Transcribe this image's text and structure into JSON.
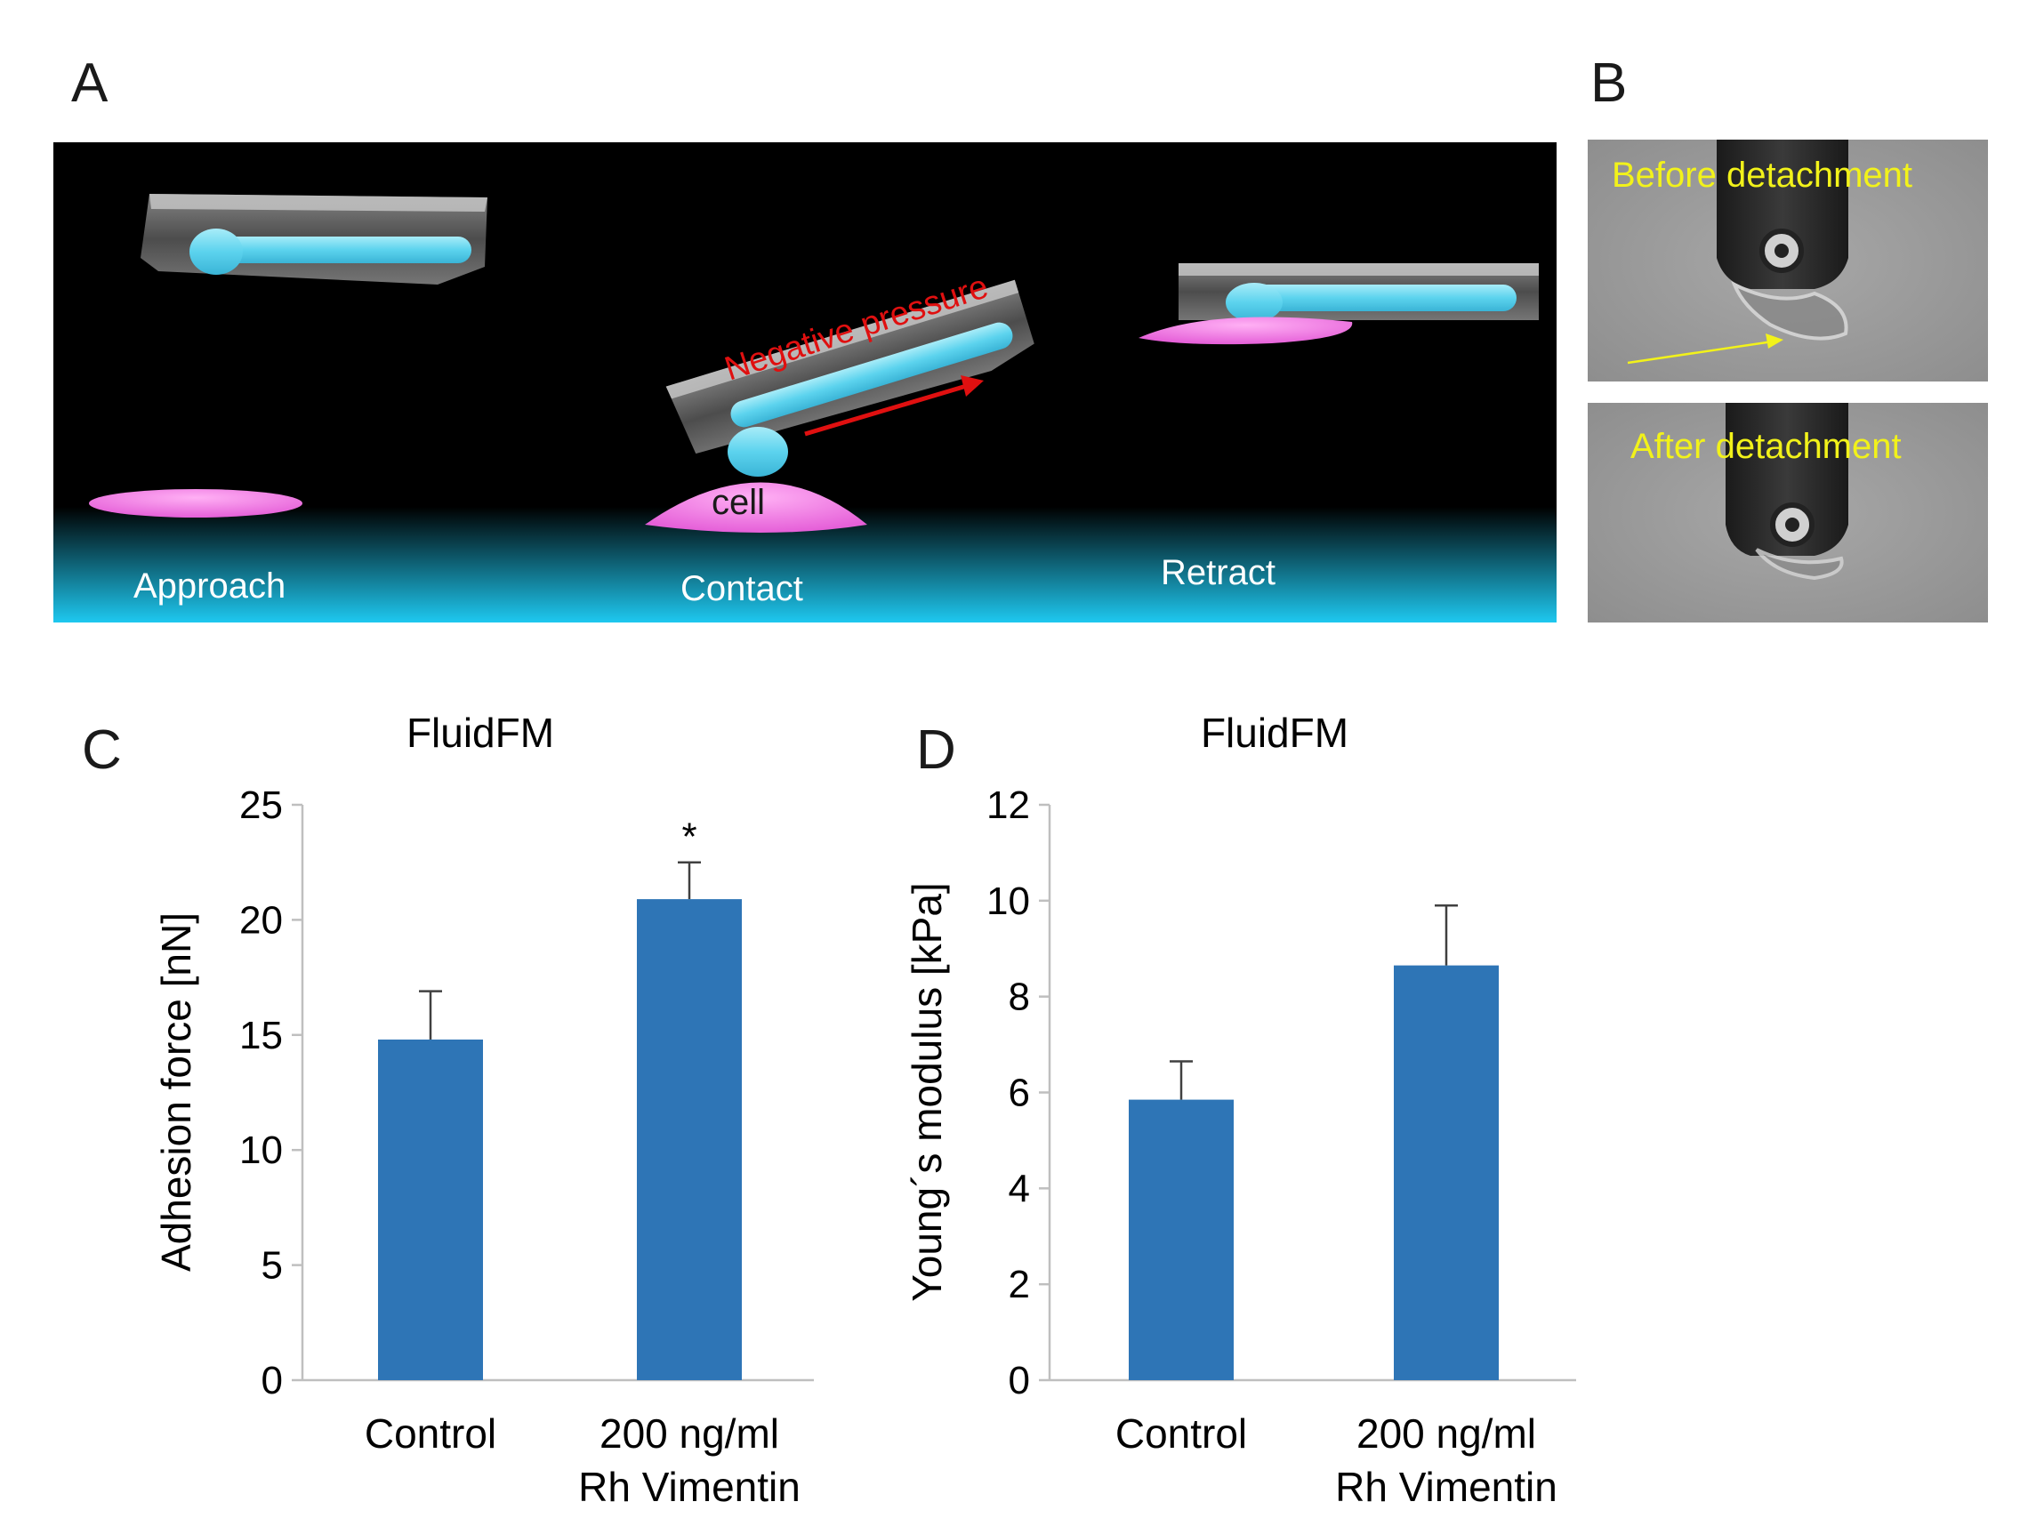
{
  "panels": {
    "a": {
      "letter": "A",
      "stage_labels": [
        "Approach",
        "Contact",
        "Retract"
      ],
      "pressure_label": "Negative pressure",
      "cell_label": "cell",
      "colors": {
        "background": "#000000",
        "substrate": "#1ec8f0",
        "cell": "#f07ae6",
        "channel": "#6ad9ee",
        "arrow": "#e01010"
      }
    },
    "b": {
      "letter": "B",
      "top_label": "Before detachment",
      "bottom_label": "After detachment",
      "colors": {
        "label": "#f2f21a",
        "image_gray": "#9a9a9a"
      }
    },
    "c": {
      "letter": "C"
    },
    "d": {
      "letter": "D"
    }
  },
  "chart_data": [
    {
      "type": "bar",
      "title": "FluidFM",
      "ylabel": "Adhesion force [nN]",
      "xlabel": "",
      "categories": [
        "Control",
        "200 ng/ml\nRh Vimentin"
      ],
      "values": [
        14.8,
        20.9
      ],
      "errors": [
        2.1,
        1.6
      ],
      "significance": [
        "",
        "*"
      ],
      "ylim": [
        0,
        25
      ],
      "yticks": [
        0,
        5,
        10,
        15,
        20,
        25
      ],
      "grid": false,
      "bar_color": "#2e75b6"
    },
    {
      "type": "bar",
      "title": "FluidFM",
      "ylabel": "Young´s modulus [kPa]",
      "xlabel": "",
      "categories": [
        "Control",
        "200 ng/ml\nRh Vimentin"
      ],
      "values": [
        5.85,
        8.65
      ],
      "errors": [
        0.8,
        1.25
      ],
      "significance": [
        "",
        ""
      ],
      "ylim": [
        0,
        12
      ],
      "yticks": [
        0,
        2,
        4,
        6,
        8,
        10,
        12
      ],
      "grid": false,
      "bar_color": "#2e75b6"
    }
  ]
}
